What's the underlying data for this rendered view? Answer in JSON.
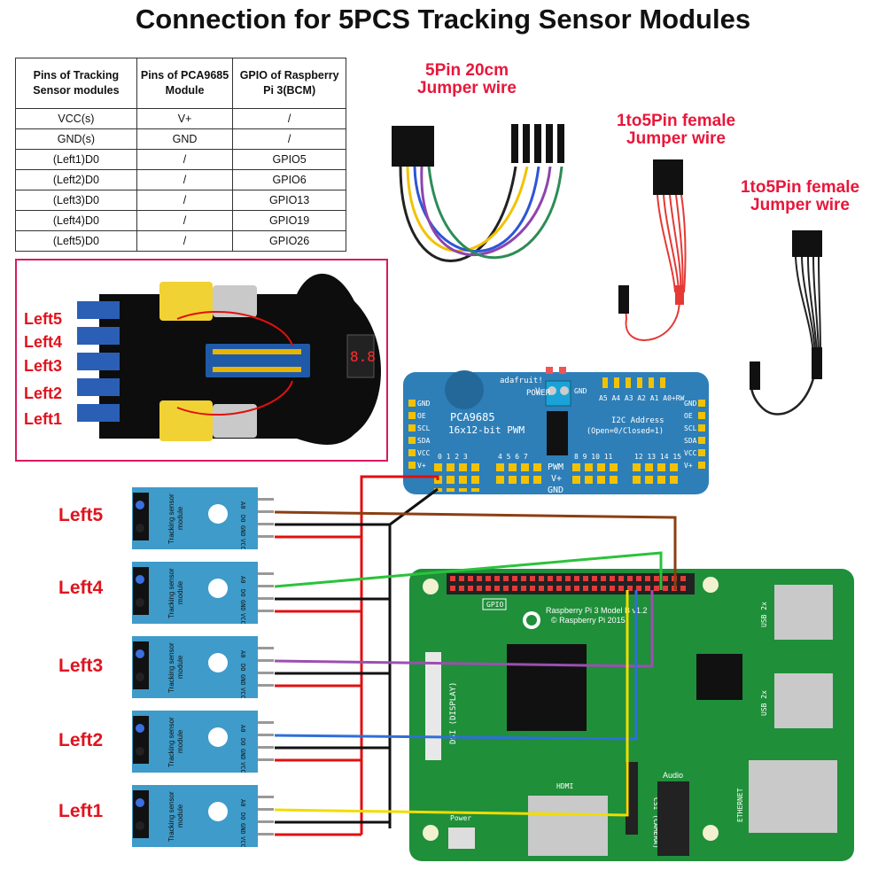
{
  "title": "Connection for 5PCS Tracking Sensor Modules",
  "table": {
    "headers": [
      "Pins of Tracking Sensor modules",
      "Pins of PCA9685 Module",
      "GPIO of Raspberry Pi 3(BCM)"
    ],
    "rows": [
      [
        "VCC(s)",
        "V+",
        "/"
      ],
      [
        "GND(s)",
        "GND",
        "/"
      ],
      [
        "(Left1)D0",
        "/",
        "GPIO5"
      ],
      [
        "(Left2)D0",
        "/",
        "GPIO6"
      ],
      [
        "(Left3)D0",
        "/",
        "GPIO13"
      ],
      [
        "(Left4)D0",
        "/",
        "GPIO19"
      ],
      [
        "(Left5)D0",
        "/",
        "GPIO26"
      ]
    ]
  },
  "wires": {
    "five_pin_line1": "5Pin 20cm",
    "five_pin_line2": "Jumper wire",
    "female_a_line1": "1to5Pin female",
    "female_a_line2": "Jumper wire",
    "female_b_line1": "1to5Pin female",
    "female_b_line2": "Jumper wire",
    "five_pin_colors": [
      "#222222",
      "#f2c200",
      "#2d56d6",
      "#8e44ad",
      "#2e8b57"
    ]
  },
  "robot": {
    "labels": [
      "Left5",
      "Left4",
      "Left3",
      "Left2",
      "Left1"
    ]
  },
  "pca9685": {
    "brand": "adafruit!",
    "power": "POWER",
    "v_label": "V",
    "gnd_label": "GND",
    "model": "PCA9685",
    "subtitle": "16x12-bit PWM",
    "i2c_line1": "I2C Address",
    "i2c_line2": "(Open=0/Closed=1)",
    "address_pins": "A5 A4 A3 A2 A1 A0+RW",
    "side_pins": [
      "GND",
      "OE",
      "SCL",
      "SDA",
      "VCC",
      "V+"
    ],
    "channel_groups": [
      "0 1 2 3",
      "4 5 6 7",
      "8 9 10 11",
      "12 13 14 15"
    ],
    "pwm_labels": [
      "PWM",
      "V+",
      "GND"
    ]
  },
  "sensors": {
    "labels": [
      "Left5",
      "Left4",
      "Left3",
      "Left2",
      "Left1"
    ],
    "module_text": [
      "Tracking sensor",
      "module"
    ],
    "pins": [
      "A0",
      "DO",
      "GND",
      "VCC"
    ]
  },
  "rpi": {
    "model_line1": "Raspberry Pi 3 Model B v1.2",
    "model_line2": "© Raspberry Pi 2015",
    "gpio_label": "GPIO",
    "dsi_label": "DSI (DISPLAY)",
    "csi_label": "CSI (CAMERA)",
    "hdmi_label": "HDMI",
    "audio_label": "Audio",
    "power_label": "Power",
    "usb_label": "USB 2x",
    "ethernet_label": "ETHERNET"
  },
  "colors": {
    "title": "#111111",
    "accent_red": "#e0141e",
    "wire_label": "#e8173b",
    "pca_board": "#2e7fb8",
    "rpi_board": "#1f8f3a",
    "sensor_board": "#3f9bc9",
    "vcc_wire": "#e01010",
    "gnd_wire": "#111111",
    "left1_wire": "#f2dc00",
    "left2_wire": "#2f6fd8",
    "left3_wire": "#9b4fb0",
    "left4_wire": "#2bc23b",
    "left5_wire": "#8b3f12"
  }
}
